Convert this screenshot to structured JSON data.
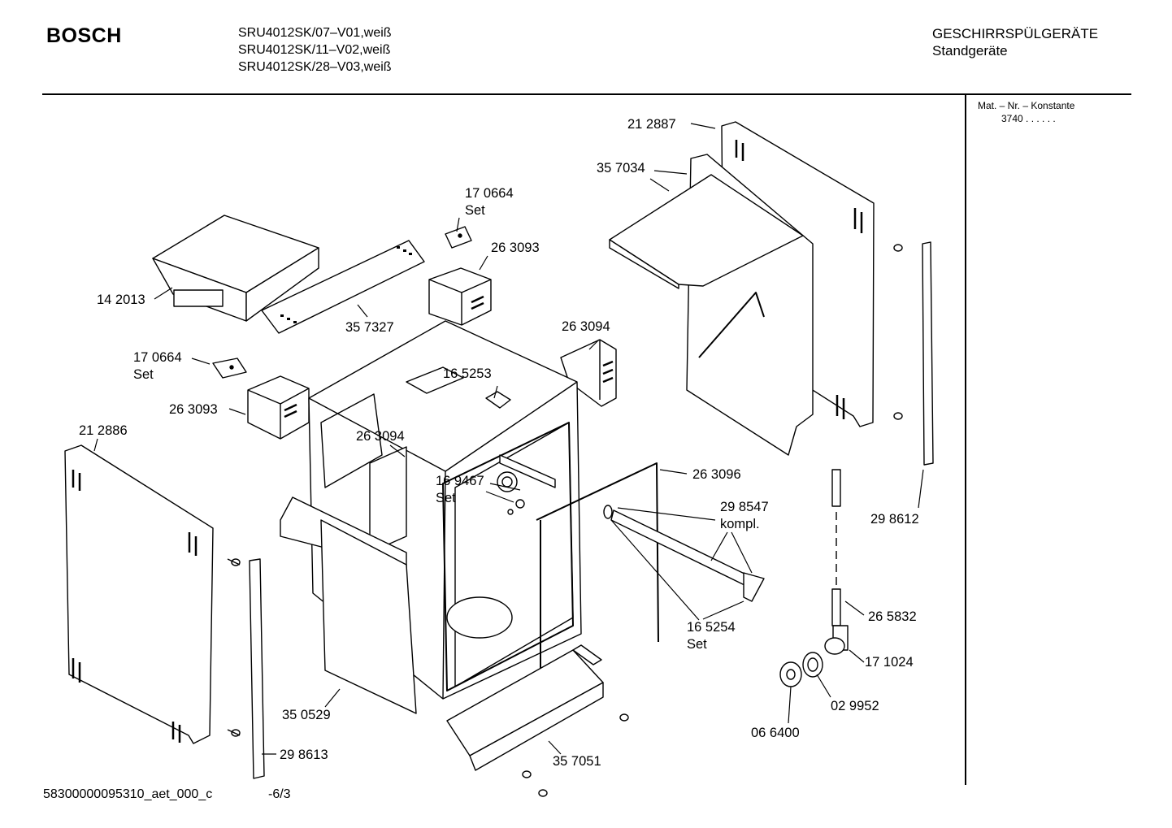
{
  "header": {
    "brand": "BOSCH",
    "models": [
      "SRU4012SK/07–V01,weiß",
      "SRU4012SK/11–V02,weiß",
      "SRU4012SK/28–V03,weiß"
    ],
    "category": "GESCHIRRSPÜLGERÄTE",
    "subcategory": "Standgeräte"
  },
  "side_info": {
    "title": "Mat. – Nr. – Konstante",
    "value": "3740 . .   . . . ."
  },
  "parts": [
    {
      "number": "21 2887",
      "suffix": ""
    },
    {
      "number": "35 7034",
      "suffix": ""
    },
    {
      "number": "17 0664",
      "suffix": "Set"
    },
    {
      "number": "26 3093",
      "suffix": ""
    },
    {
      "number": "14 2013",
      "suffix": ""
    },
    {
      "number": "35 7327",
      "suffix": ""
    },
    {
      "number": "26 3094",
      "suffix": ""
    },
    {
      "number": "17 0664",
      "suffix": "Set"
    },
    {
      "number": "16 5253",
      "suffix": ""
    },
    {
      "number": "26 3093",
      "suffix": ""
    },
    {
      "number": "21 2886",
      "suffix": ""
    },
    {
      "number": "26 3094",
      "suffix": ""
    },
    {
      "number": "16 9467",
      "suffix": "Set"
    },
    {
      "number": "26 3096",
      "suffix": ""
    },
    {
      "number": "29 8547",
      "suffix": "kompl."
    },
    {
      "number": "29 8612",
      "suffix": ""
    },
    {
      "number": "26 5832",
      "suffix": ""
    },
    {
      "number": "16 5254",
      "suffix": "Set"
    },
    {
      "number": "17 1024",
      "suffix": ""
    },
    {
      "number": "02 9952",
      "suffix": ""
    },
    {
      "number": "06 6400",
      "suffix": ""
    },
    {
      "number": "35 0529",
      "suffix": ""
    },
    {
      "number": "29 8613",
      "suffix": ""
    },
    {
      "number": "35 7051",
      "suffix": ""
    }
  ],
  "footer": {
    "doc_id": "58300000095310_aet_000_c",
    "page": "-6/3"
  }
}
